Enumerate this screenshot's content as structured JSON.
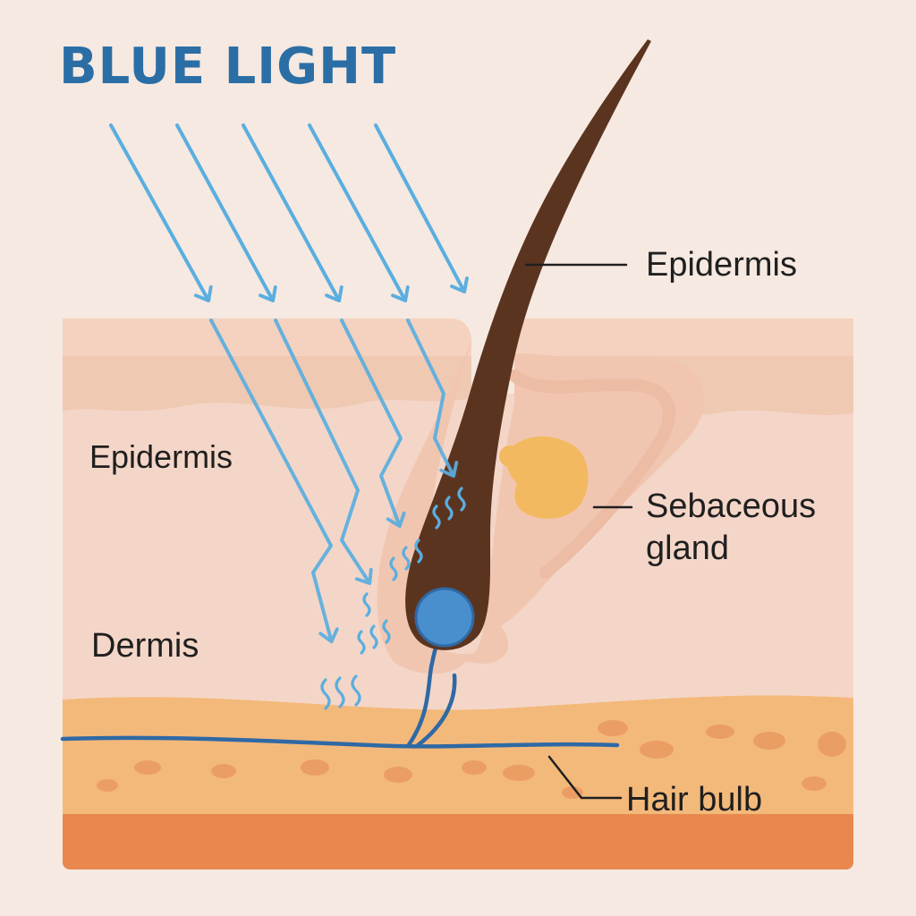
{
  "title": "BLUE LIGHT",
  "labels": {
    "epidermis_top": "Epidermis",
    "epidermis_left": "Epidermis",
    "dermis": "Dermis",
    "sebaceous_gland_line1": "Sebaceous",
    "sebaceous_gland_line2": "gland",
    "hair_bulb": "Hair bulb"
  },
  "colors": {
    "title": "#2b6ea6",
    "background": "#f6e9e1",
    "light_ray": "#5aaee0",
    "hair": "#5b3420",
    "epidermis": "#f0c9b3",
    "dermis": "#f4d6c8",
    "fat_layer": "#f3b97a",
    "muscle_layer": "#e8874e",
    "sebaceous_gland": "#f3b960",
    "hair_bulb": "#4a8fcd",
    "nerve": "#2f69a5",
    "leader_line": "#1f1f1f"
  }
}
